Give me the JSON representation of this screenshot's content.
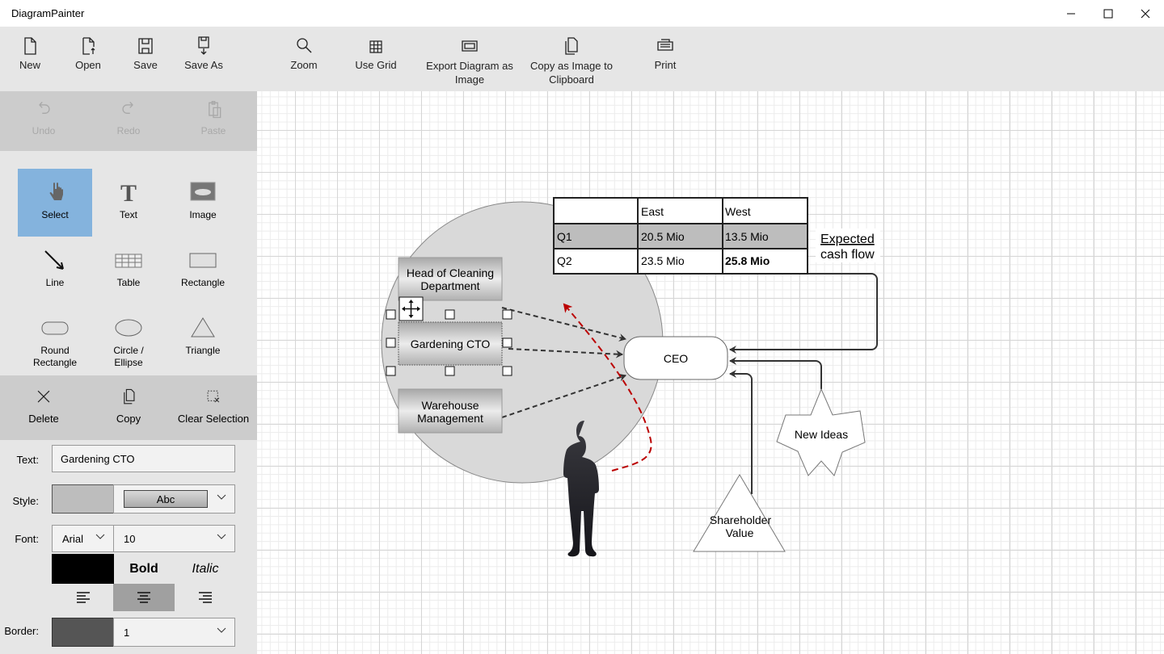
{
  "window": {
    "title": "DiagramPainter"
  },
  "toolbar": {
    "new": "New",
    "open": "Open",
    "save": "Save",
    "save_as": "Save As",
    "zoom": "Zoom",
    "use_grid": "Use Grid",
    "export": "Export Diagram as Image",
    "copy_image": "Copy as Image to Clipboard",
    "print": "Print"
  },
  "edit": {
    "undo": "Undo",
    "redo": "Redo",
    "paste": "Paste"
  },
  "tools": {
    "select": "Select",
    "text": "Text",
    "image": "Image",
    "line": "Line",
    "table": "Table",
    "rectangle": "Rectangle",
    "round_rectangle": "Round Rectangle",
    "circle": "Circle / Ellipse",
    "triangle": "Triangle"
  },
  "actions": {
    "delete": "Delete",
    "copy": "Copy",
    "clear_selection": "Clear Selection"
  },
  "properties": {
    "text_label": "Text:",
    "text_value": "Gardening CTO",
    "style_label": "Style:",
    "style_preview": "Abc",
    "style_color": "#bdbdbd",
    "font_label": "Font:",
    "font_family": "Arial",
    "font_size": "10",
    "font_color": "#000000",
    "bold": "Bold",
    "italic": "Italic",
    "alignment": "center",
    "border_label": "Border:",
    "border_color": "#555555",
    "border_width": "1"
  },
  "diagram": {
    "table": {
      "headers": [
        "",
        "East",
        "West"
      ],
      "rows": [
        [
          "Q1",
          "20.5 Mio",
          "13.5 Mio"
        ],
        [
          "Q2",
          "23.5 Mio",
          "25.8 Mio"
        ]
      ]
    },
    "note": {
      "line1": "Expected",
      "line2": "cash flow"
    },
    "boxes": {
      "head_cleaning_1": "Head of Cleaning",
      "head_cleaning_2": "Department",
      "gardening": "Gardening CTO",
      "warehouse_1": "Warehouse",
      "warehouse_2": "Management"
    },
    "ceo": "CEO",
    "star": "New Ideas",
    "triangle_1": "Shareholder",
    "triangle_2": "Value"
  }
}
